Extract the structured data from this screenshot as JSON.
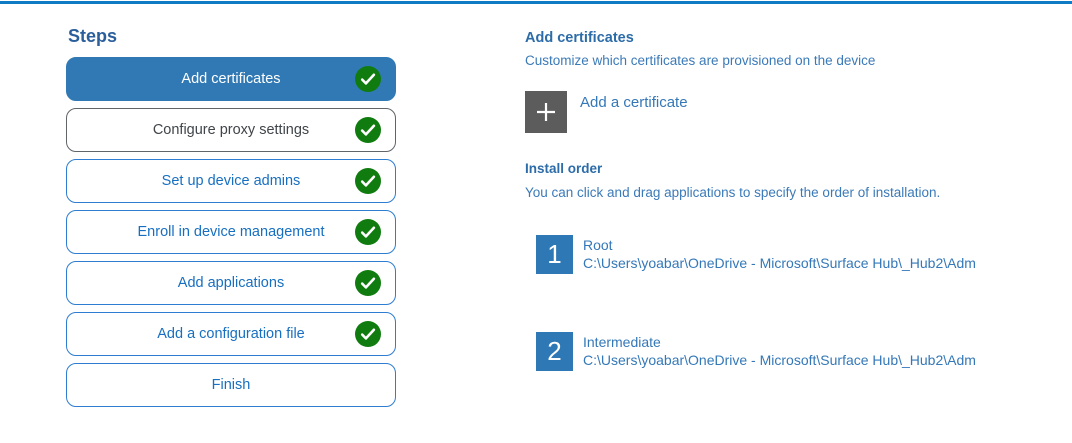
{
  "colors": {
    "top_line_blue": "#0f7bc4",
    "active_step_blue": "#3179b4",
    "step_outline_blue": "#2e7dd1",
    "step_text_blue": "#176fc1",
    "heading_blue": "#2c6ca8",
    "body_text_blue": "#3b7ab8",
    "success_green": "#107c10",
    "add_tile_gray": "#5c5c5c",
    "neutral_step_border_gray": "#606569",
    "order_badge_blue": "#2e78b6"
  },
  "steps_panel": {
    "title": "Steps",
    "steps": [
      {
        "label": "Add certificates",
        "completed": true,
        "active": true
      },
      {
        "label": "Configure proxy settings",
        "completed": true,
        "active": false
      },
      {
        "label": "Set up device admins",
        "completed": true,
        "active": false
      },
      {
        "label": "Enroll in device management",
        "completed": true,
        "active": false
      },
      {
        "label": "Add applications",
        "completed": true,
        "active": false
      },
      {
        "label": "Add a configuration file",
        "completed": true,
        "active": false
      },
      {
        "label": "Finish",
        "completed": false,
        "active": false
      }
    ]
  },
  "content": {
    "title": "Add certificates",
    "subtitle": "Customize which certificates are provisioned on the device",
    "add_certificate": {
      "label": "Add a certificate",
      "icon": "plus-icon"
    },
    "install_order": {
      "title": "Install order",
      "instruction": "You can click and drag applications to specify the order of installation.",
      "items": [
        {
          "order": "1",
          "name": "Root",
          "path": "C:\\Users\\yoabar\\OneDrive - Microsoft\\Surface Hub\\_Hub2\\Adm"
        },
        {
          "order": "2",
          "name": "Intermediate",
          "path": "C:\\Users\\yoabar\\OneDrive - Microsoft\\Surface Hub\\_Hub2\\Adm"
        }
      ]
    }
  }
}
